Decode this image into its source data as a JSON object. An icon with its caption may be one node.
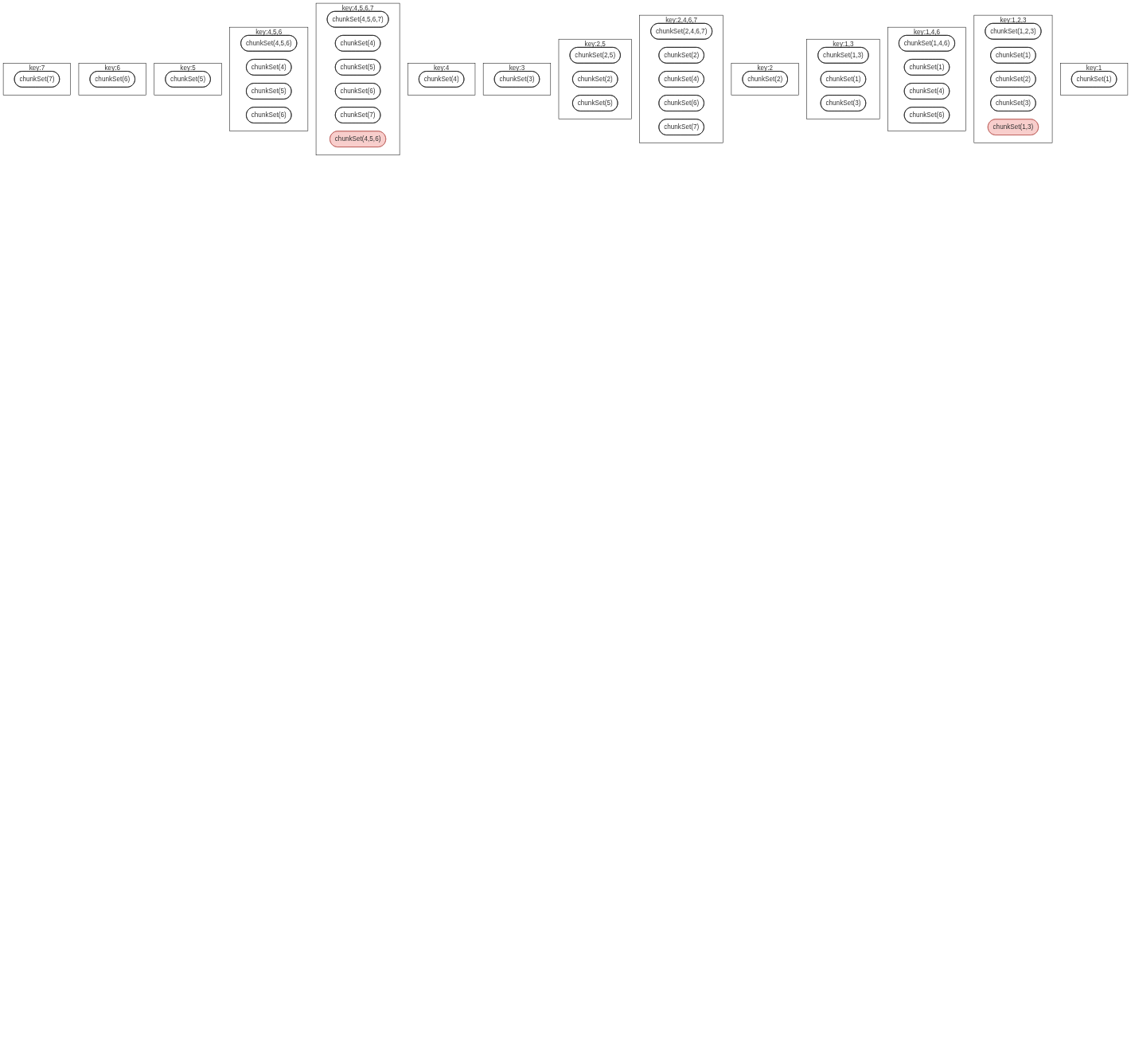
{
  "diagram": {
    "nodes": [
      {
        "text": [
          "key:1"
        ]
      },
      {
        "text": [
          "chunkSet(1)"
        ],
        "in": 0
      },
      {
        "text": [
          "key:1,2,3"
        ]
      },
      {
        "text": [
          "chunkSet(1,2,3)"
        ],
        "in": 2
      },
      {
        "text": [
          "chunkSet(1)"
        ],
        "in": 2
      },
      {
        "text": [
          "chunkSet(2)"
        ],
        "in": 2
      },
      {
        "text": [
          "chunkSet(3)"
        ],
        "in": 2
      },
      {
        "text": [
          "chunkSet(1,3)"
        ],
        "in": 2
      },
      {
        "text": [
          "key:1,4,6"
        ]
      },
      {
        "text": [
          "chunkSet(1,4,6)"
        ],
        "in": 8
      },
      {
        "text": [
          "chunkSet(1)"
        ],
        "in": 8
      },
      {
        "text": [
          "chunkSet(4)"
        ],
        "in": 8
      },
      {
        "text": [
          "chunkSet(6)"
        ],
        "in": 8
      },
      {
        "text": [
          "key:1,3"
        ]
      },
      {
        "text": [
          "chunkSet(1,3)"
        ],
        "in": 13
      },
      {
        "text": [
          "chunkSet(1)"
        ],
        "in": 13
      },
      {
        "text": [
          "chunkSet(3)"
        ],
        "in": 13
      },
      {
        "text": [
          "key:2"
        ]
      },
      {
        "text": [
          "chunkSet(2)"
        ],
        "in": 17
      },
      {
        "text": [
          "key:2,4,6,7"
        ]
      },
      {
        "text": [
          "chunkSet(2,4,6,7)"
        ],
        "in": 19
      },
      {
        "text": [
          "chunkSet(2)"
        ],
        "in": 19
      },
      {
        "text": [
          "chunkSet(4)"
        ],
        "in": 19
      },
      {
        "text": [
          "chunkSet(6)"
        ],
        "in": 19
      },
      {
        "text": [
          "chunkSet(7)"
        ],
        "in": 19
      },
      {
        "text": [
          "key:2,5"
        ]
      },
      {
        "text": [
          "chunkSet(2,5)"
        ],
        "in": 25
      },
      {
        "text": [
          "chunkSet(2)"
        ],
        "in": 25
      },
      {
        "text": [
          "chunkSet(5)"
        ],
        "in": 25
      },
      {
        "text": [
          "key:3"
        ]
      },
      {
        "text": [
          "chunkSet(3)"
        ],
        "in": 29
      },
      {
        "text": [
          "key:4"
        ]
      },
      {
        "text": [
          "chunkSet(4)"
        ],
        "in": 31
      },
      {
        "text": [
          "key:4,5,6,7"
        ]
      },
      {
        "text": [
          "chunkSet(4,5,6,7)"
        ],
        "in": 33
      },
      {
        "text": [
          "chunkSet(4)"
        ],
        "in": 33
      },
      {
        "text": [
          "chunkSet(5)"
        ],
        "in": 33
      },
      {
        "text": [
          "chunkSet(6)"
        ],
        "in": 33
      },
      {
        "text": [
          "chunkSet(7)"
        ],
        "in": 33
      },
      {
        "text": [
          "chunkSet(4,5,6)"
        ],
        "in": 33
      },
      {
        "text": [
          "key:4,5,6"
        ]
      },
      {
        "text": [
          "chunkSet(4,5,6)"
        ],
        "in": 40
      },
      {
        "text": [
          "chunkSet(4)"
        ],
        "in": 40
      },
      {
        "text": [
          "chunkSet(5)"
        ],
        "in": 40
      },
      {
        "text": [
          "chunkSet(6)"
        ],
        "in": 40
      },
      {
        "text": [
          "key:5"
        ]
      },
      {
        "text": [
          "chunkSet(5)"
        ],
        "in": 45
      },
      {
        "text": [
          "key:6"
        ]
      },
      {
        "text": [
          "chunkSet(6)"
        ],
        "in": 47
      },
      {
        "text": [
          "key:7"
        ]
      },
      {
        "text": [
          "chunkSet(7)"
        ],
        "in": 49
      }
    ]
  }
}
